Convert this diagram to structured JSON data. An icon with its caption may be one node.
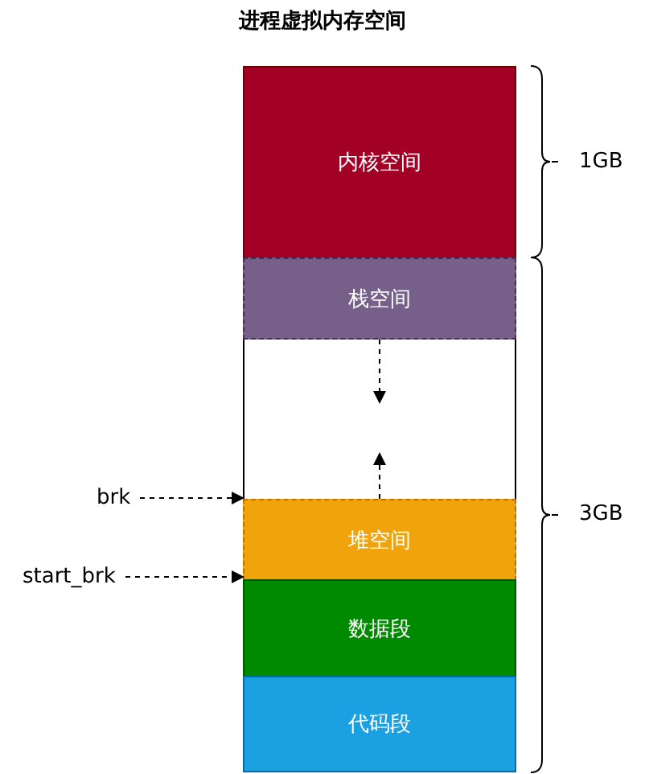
{
  "diagram": {
    "title": "进程虚拟内存空间",
    "nodes": [
      {
        "text": [
          "内核空间"
        ]
      },
      {
        "text": [
          "栈空间"
        ]
      },
      {
        "text": [
          "堆空间"
        ]
      },
      {
        "text": [
          "数据段"
        ]
      },
      {
        "text": [
          "代码段"
        ]
      },
      {
        "text": [
          "brk"
        ]
      },
      {
        "text": [
          "start_brk"
        ]
      }
    ],
    "edges": [
      {
        "from": 5,
        "to": 2,
        "arrow": "to",
        "style": "dashed"
      },
      {
        "from": 6,
        "to": 2,
        "arrow": "to",
        "style": "dashed"
      },
      {
        "from": 1,
        "to": null,
        "arrow": "to",
        "style": "dashed"
      },
      {
        "from": 2,
        "to": null,
        "arrow": "to",
        "style": "dashed"
      }
    ],
    "labels": [
      "1GB",
      "3GB"
    ]
  }
}
